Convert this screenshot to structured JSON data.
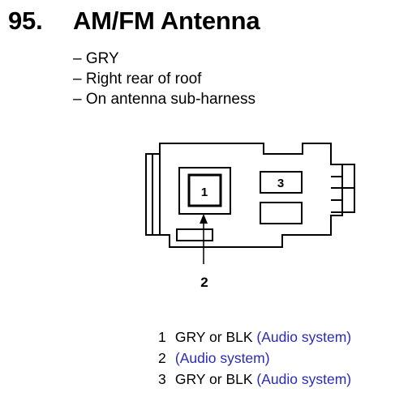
{
  "title": {
    "number": "95.",
    "name": "AM/FM Antenna"
  },
  "attributes": [
    "– GRY",
    "– Right rear of roof",
    "– On antenna sub-harness"
  ],
  "connector": {
    "terminal_labels": [
      "1",
      "3"
    ],
    "callout": "2"
  },
  "pins": [
    {
      "pin": "1",
      "wire": "GRY or BLK",
      "system": "(Audio system)"
    },
    {
      "pin": "2",
      "wire": "",
      "system": "(Audio system)"
    },
    {
      "pin": "3",
      "wire": "GRY or BLK",
      "system": "(Audio system)"
    }
  ],
  "colors": {
    "link_text": "#2a2ab8",
    "ink": "#000000"
  }
}
